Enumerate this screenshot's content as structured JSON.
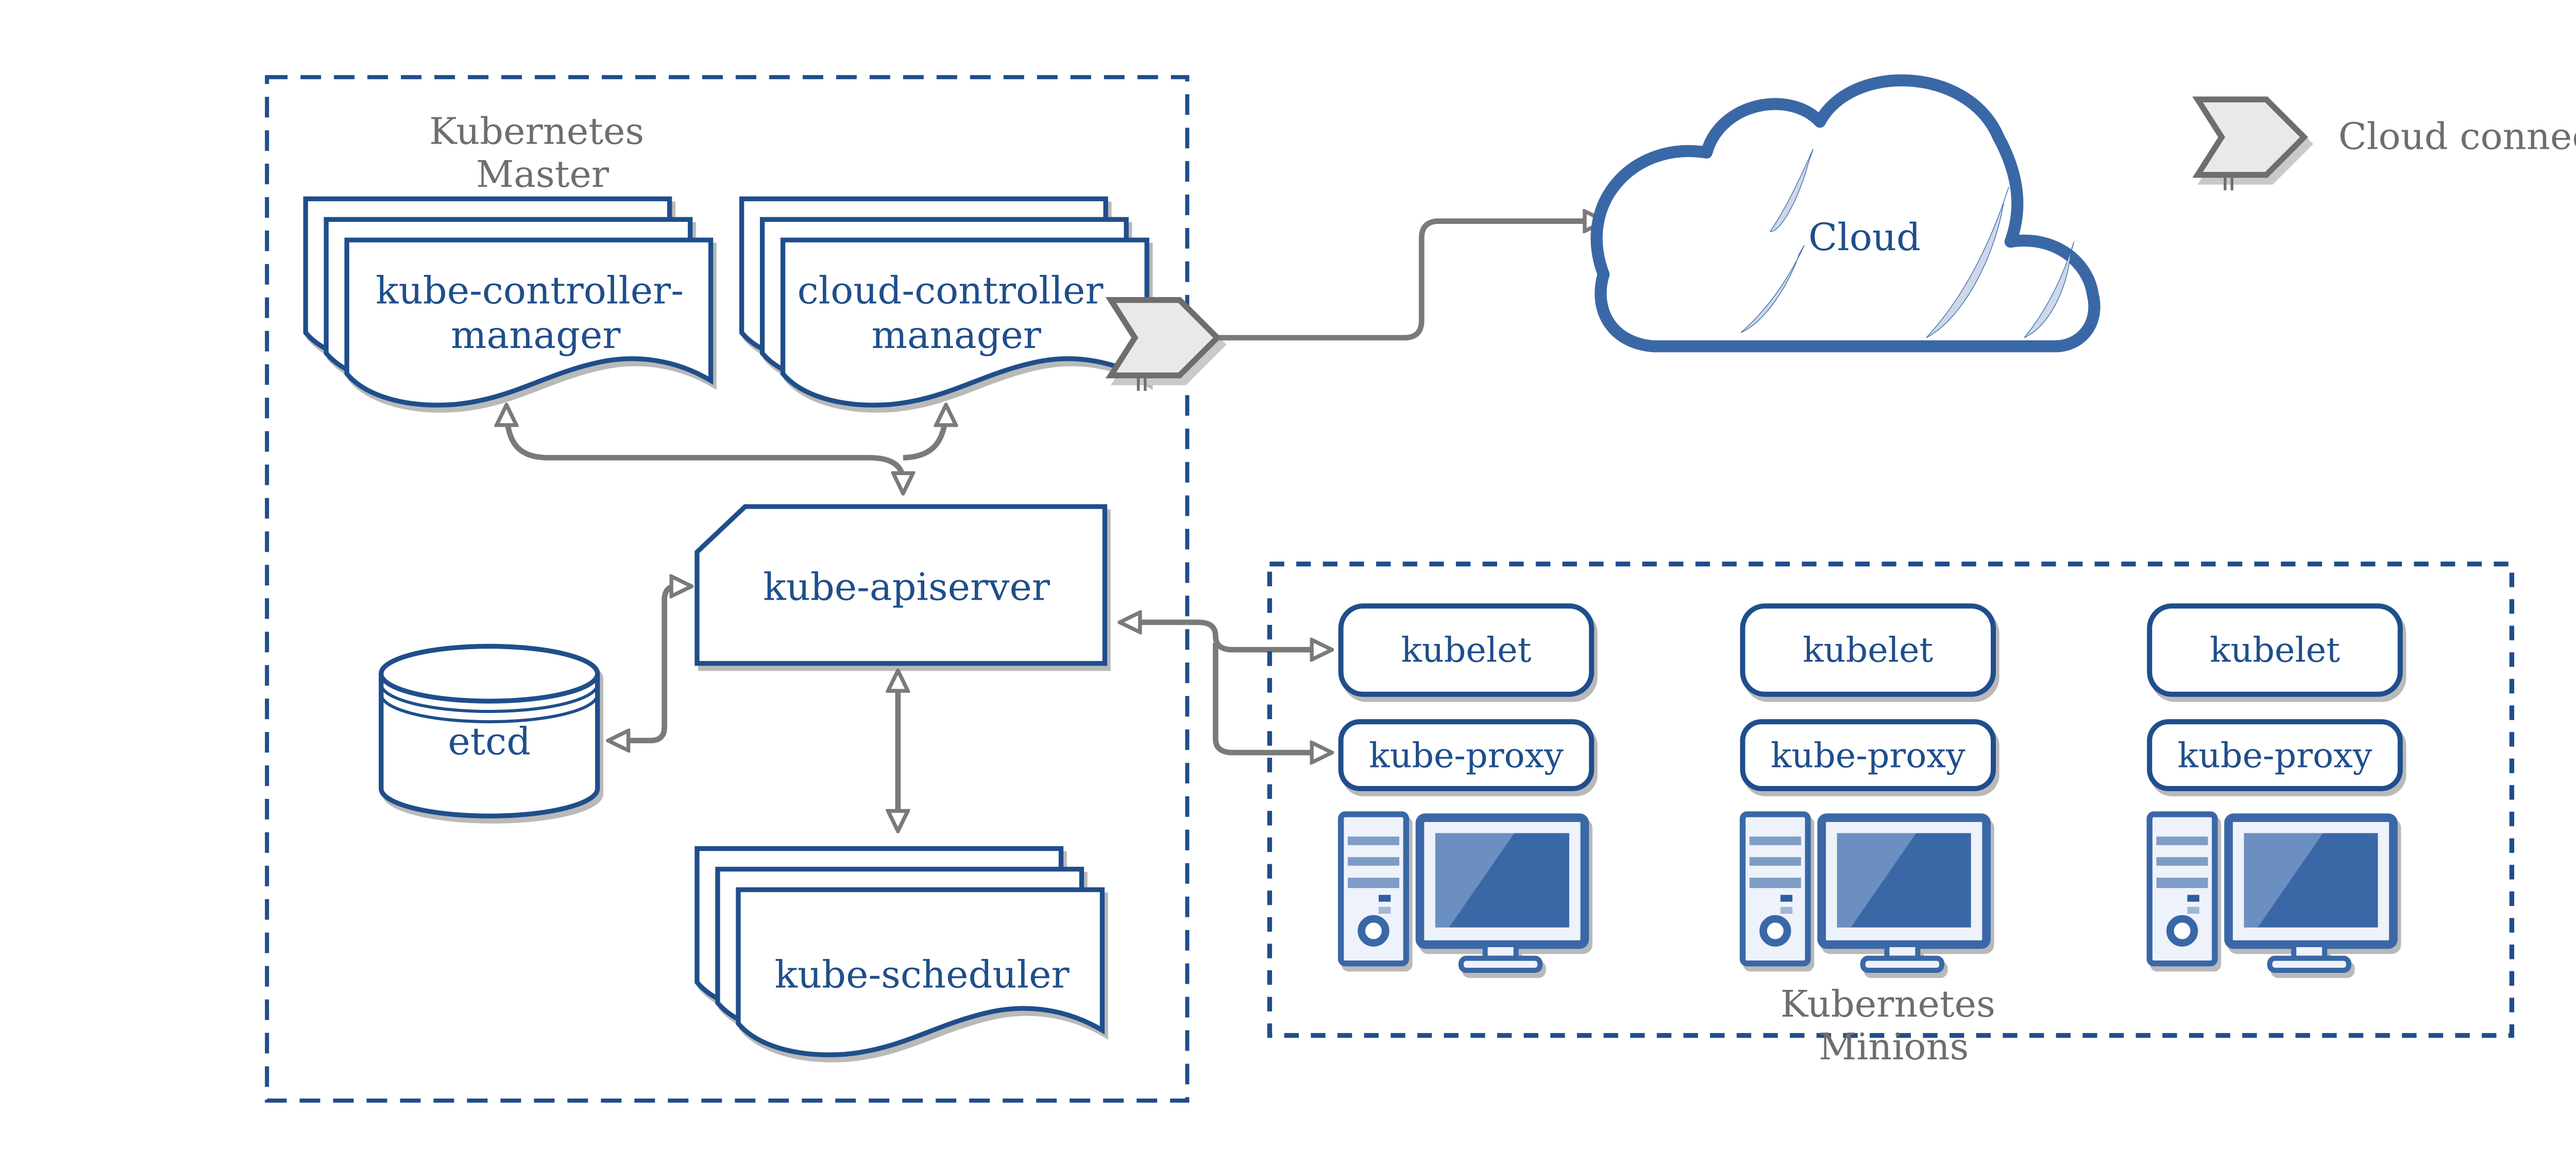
{
  "master": {
    "title_line1": "Kubernetes",
    "title_line2": "Master",
    "nodes": {
      "kube_controller_manager": {
        "line1": "kube-controller-",
        "line2": "manager"
      },
      "cloud_controller_manager": {
        "line1": "cloud-controller",
        "line2": "manager"
      },
      "kube_apiserver": {
        "label": "kube-apiserver"
      },
      "etcd": {
        "label": "etcd"
      },
      "kube_scheduler": {
        "label": "kube-scheduler"
      }
    }
  },
  "cloud": {
    "label": "Cloud"
  },
  "legend": {
    "cloud_connector_label": "Cloud connector"
  },
  "minions": {
    "title_line1": "Kubernetes",
    "title_line2": "Minions",
    "columns": [
      {
        "kubelet": "kubelet",
        "kube_proxy": "kube-proxy"
      },
      {
        "kubelet": "kubelet",
        "kube_proxy": "kube-proxy"
      },
      {
        "kubelet": "kubelet",
        "kube_proxy": "kube-proxy"
      }
    ]
  },
  "colors": {
    "accent": "#1f4e8b",
    "steel": "#3a68a7",
    "lightblue": "#cdd8e9",
    "panel": "#eef2fa",
    "screen": "#3a68a7",
    "screenlight": "#6b8fc0",
    "stripe": "#7e9cc6",
    "gray": "#7a7a7a",
    "labelgray": "#6e6e6e",
    "shadow": "#b9b9b9",
    "chevfill": "#e9e9e9",
    "chevborder": "#6e6e6e"
  }
}
